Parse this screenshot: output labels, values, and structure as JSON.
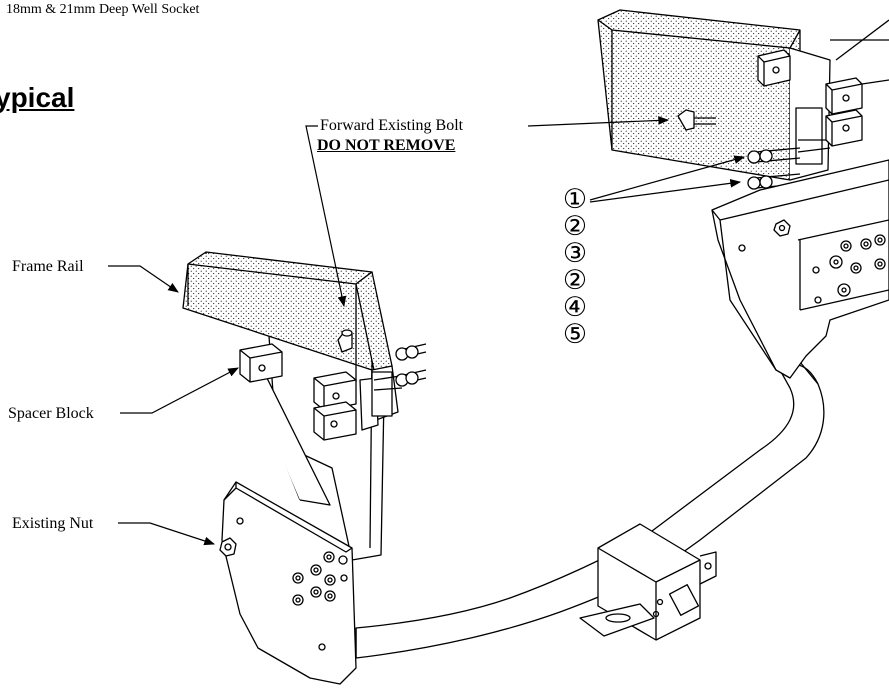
{
  "header": {
    "tools_text": "18mm & 21mm Deep Well Socket",
    "view_title": "ypical"
  },
  "labels": {
    "forward_bolt": "Forward Existing Bolt",
    "do_not_remove": "DO NOT REMOVE",
    "frame_rail": "Frame Rail",
    "spacer_block": "Spacer Block",
    "existing_nut": "Existing Nut"
  },
  "callouts": [
    "①",
    "②",
    "③",
    "②",
    "④",
    "⑤"
  ],
  "colors": {
    "line": "#000000",
    "stipple": "#000000",
    "background": "#ffffff"
  }
}
